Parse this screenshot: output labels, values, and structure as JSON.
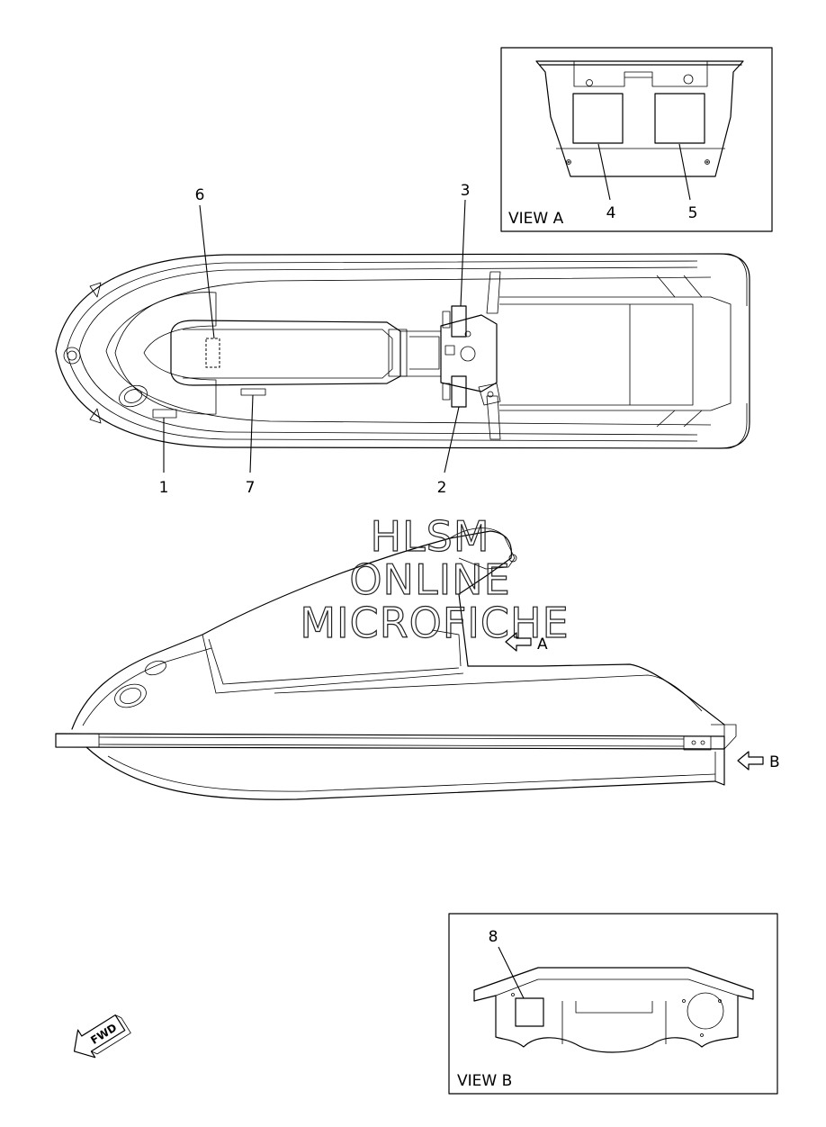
{
  "callouts": {
    "c1": "1",
    "c2": "2",
    "c3": "3",
    "c4": "4",
    "c5": "5",
    "c6": "6",
    "c7": "7",
    "c8": "8"
  },
  "view_a": {
    "label": "VIEW A",
    "arrow_label": "A"
  },
  "view_b": {
    "label": "VIEW B",
    "arrow_label": "B"
  },
  "fwd": {
    "label": "FWD"
  },
  "watermark": {
    "line1": "HLSM",
    "line2": "ONLINE",
    "line3": "MICROFICHE"
  }
}
